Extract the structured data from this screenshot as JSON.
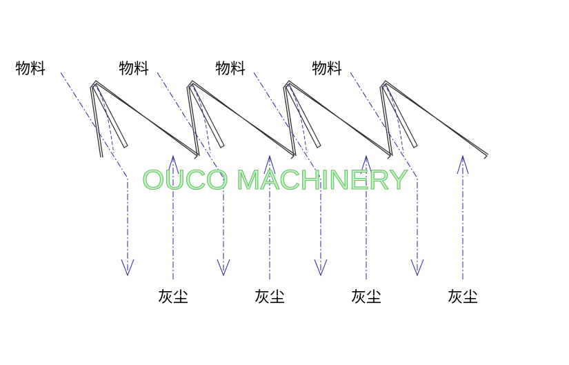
{
  "diagram": {
    "material_labels": [
      "物料",
      "物料",
      "物料",
      "物料"
    ],
    "dust_labels": [
      "灰尘",
      "灰尘",
      "灰尘",
      "灰尘"
    ],
    "watermark": "OUCO MACHINERY",
    "colors": {
      "structure": "#303030",
      "flow": "#3434a0",
      "text": "#000000",
      "watermark_fill": "#c6f1c6",
      "watermark_stroke": "#62c562"
    }
  }
}
